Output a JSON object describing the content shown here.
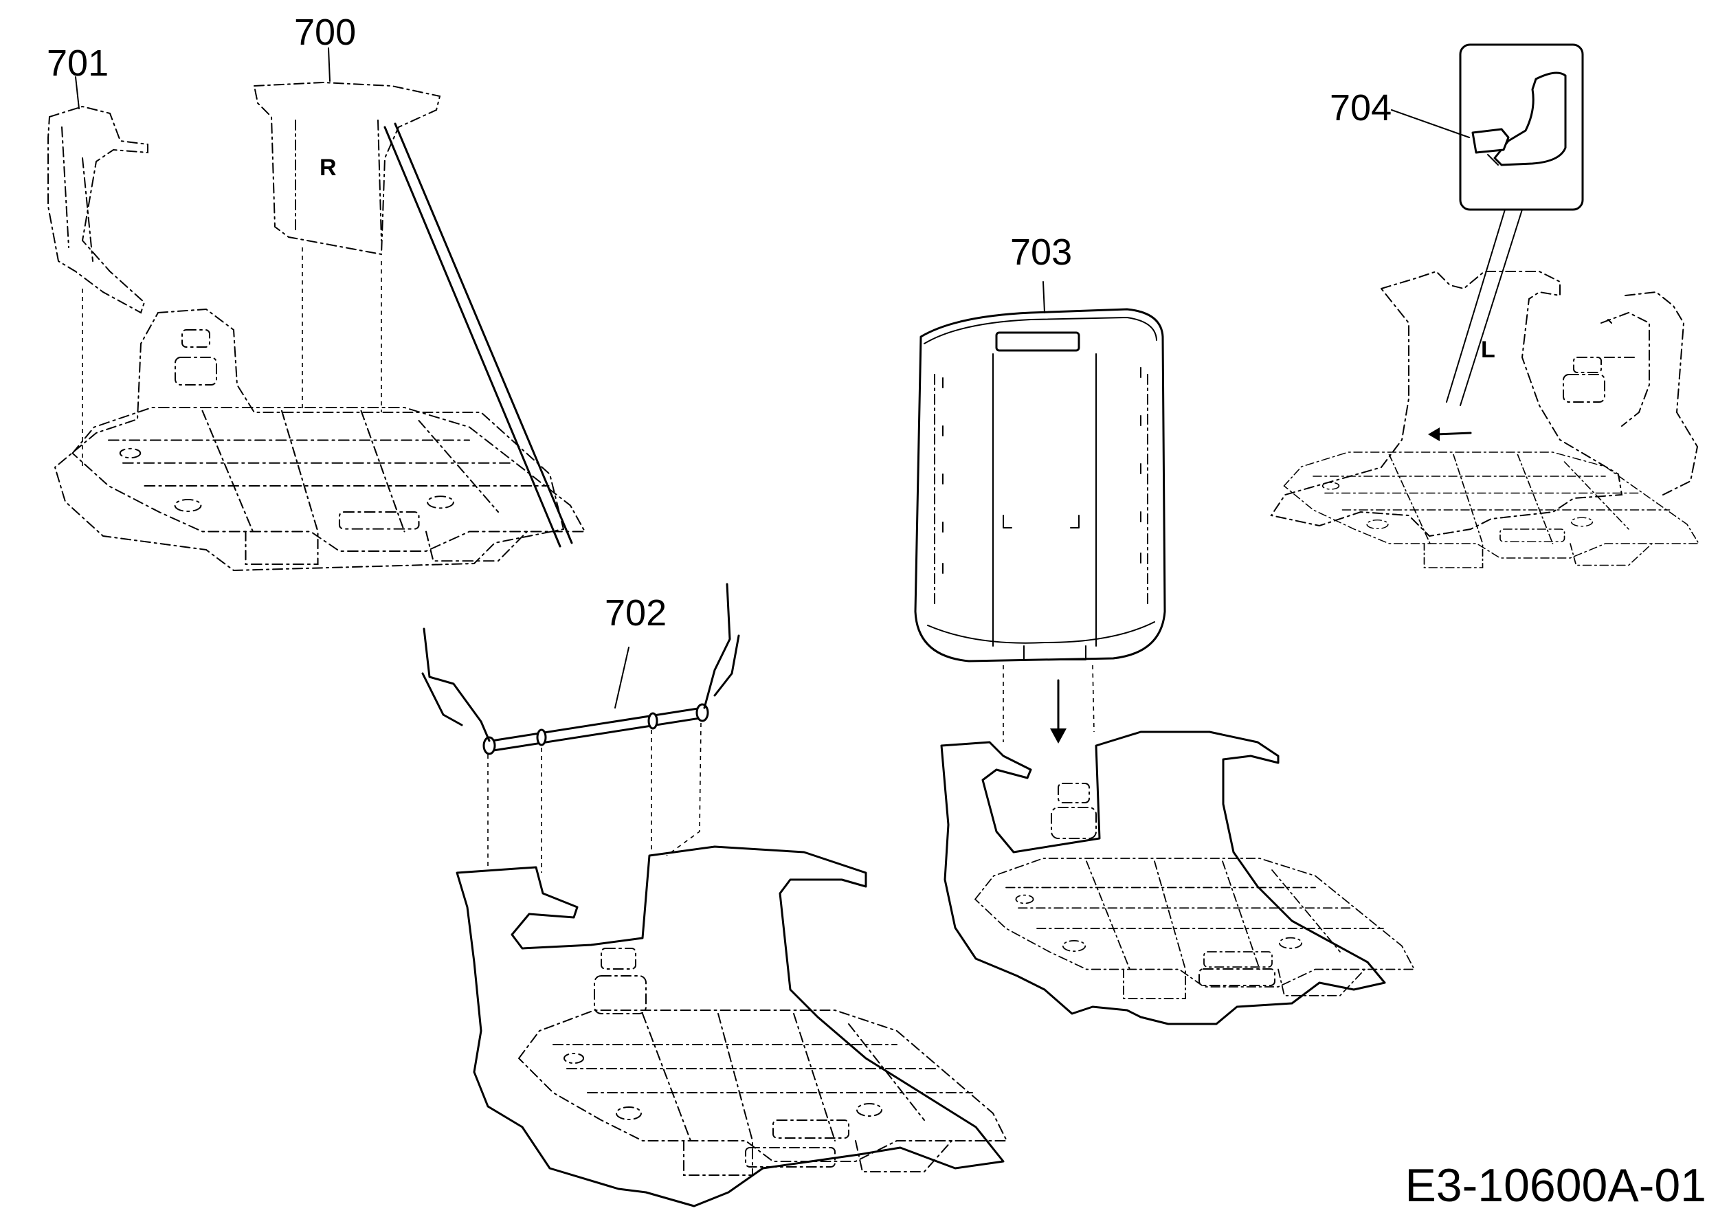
{
  "figure": {
    "reference_code": "E3-10600A-01",
    "side_marks": {
      "right": "R",
      "left": "L"
    }
  },
  "callouts": [
    {
      "id": "701",
      "text": "701"
    },
    {
      "id": "700",
      "text": "700"
    },
    {
      "id": "702",
      "text": "702"
    },
    {
      "id": "703",
      "text": "703"
    },
    {
      "id": "704",
      "text": "704"
    }
  ]
}
